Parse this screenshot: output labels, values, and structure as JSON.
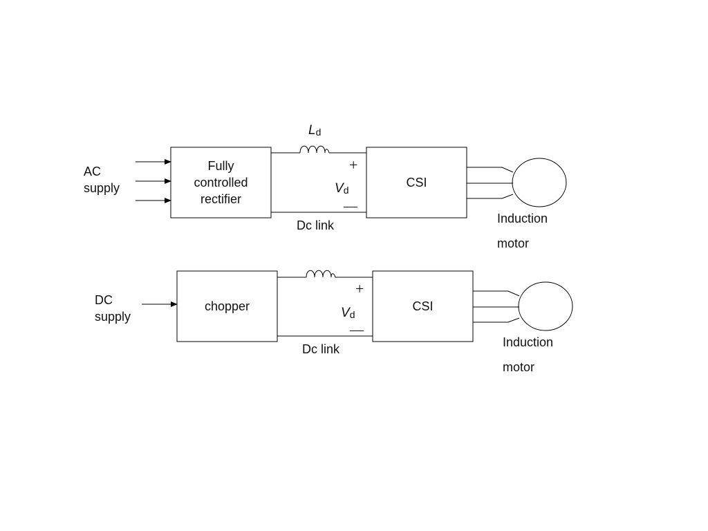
{
  "top": {
    "source_label_line1": "AC",
    "source_label_line2": "supply",
    "rectifier_line1": "Fully",
    "rectifier_line2": "controlled",
    "rectifier_line3": "rectifier",
    "inductor_symbol": "L",
    "inductor_sub": "d",
    "plus": "+",
    "minus": "—",
    "voltage_symbol": "V",
    "voltage_sub": "d",
    "dc_link": "Dc link",
    "csi": "CSI",
    "motor_line1": "Induction",
    "motor_line2": "motor"
  },
  "bottom": {
    "source_label_line1": "DC",
    "source_label_line2": "supply",
    "chopper": "chopper",
    "plus": "+",
    "minus": "—",
    "voltage_symbol": "V",
    "voltage_sub": "d",
    "dc_link": "Dc link",
    "csi": "CSI",
    "motor_line1": "Induction",
    "motor_line2": "motor"
  }
}
